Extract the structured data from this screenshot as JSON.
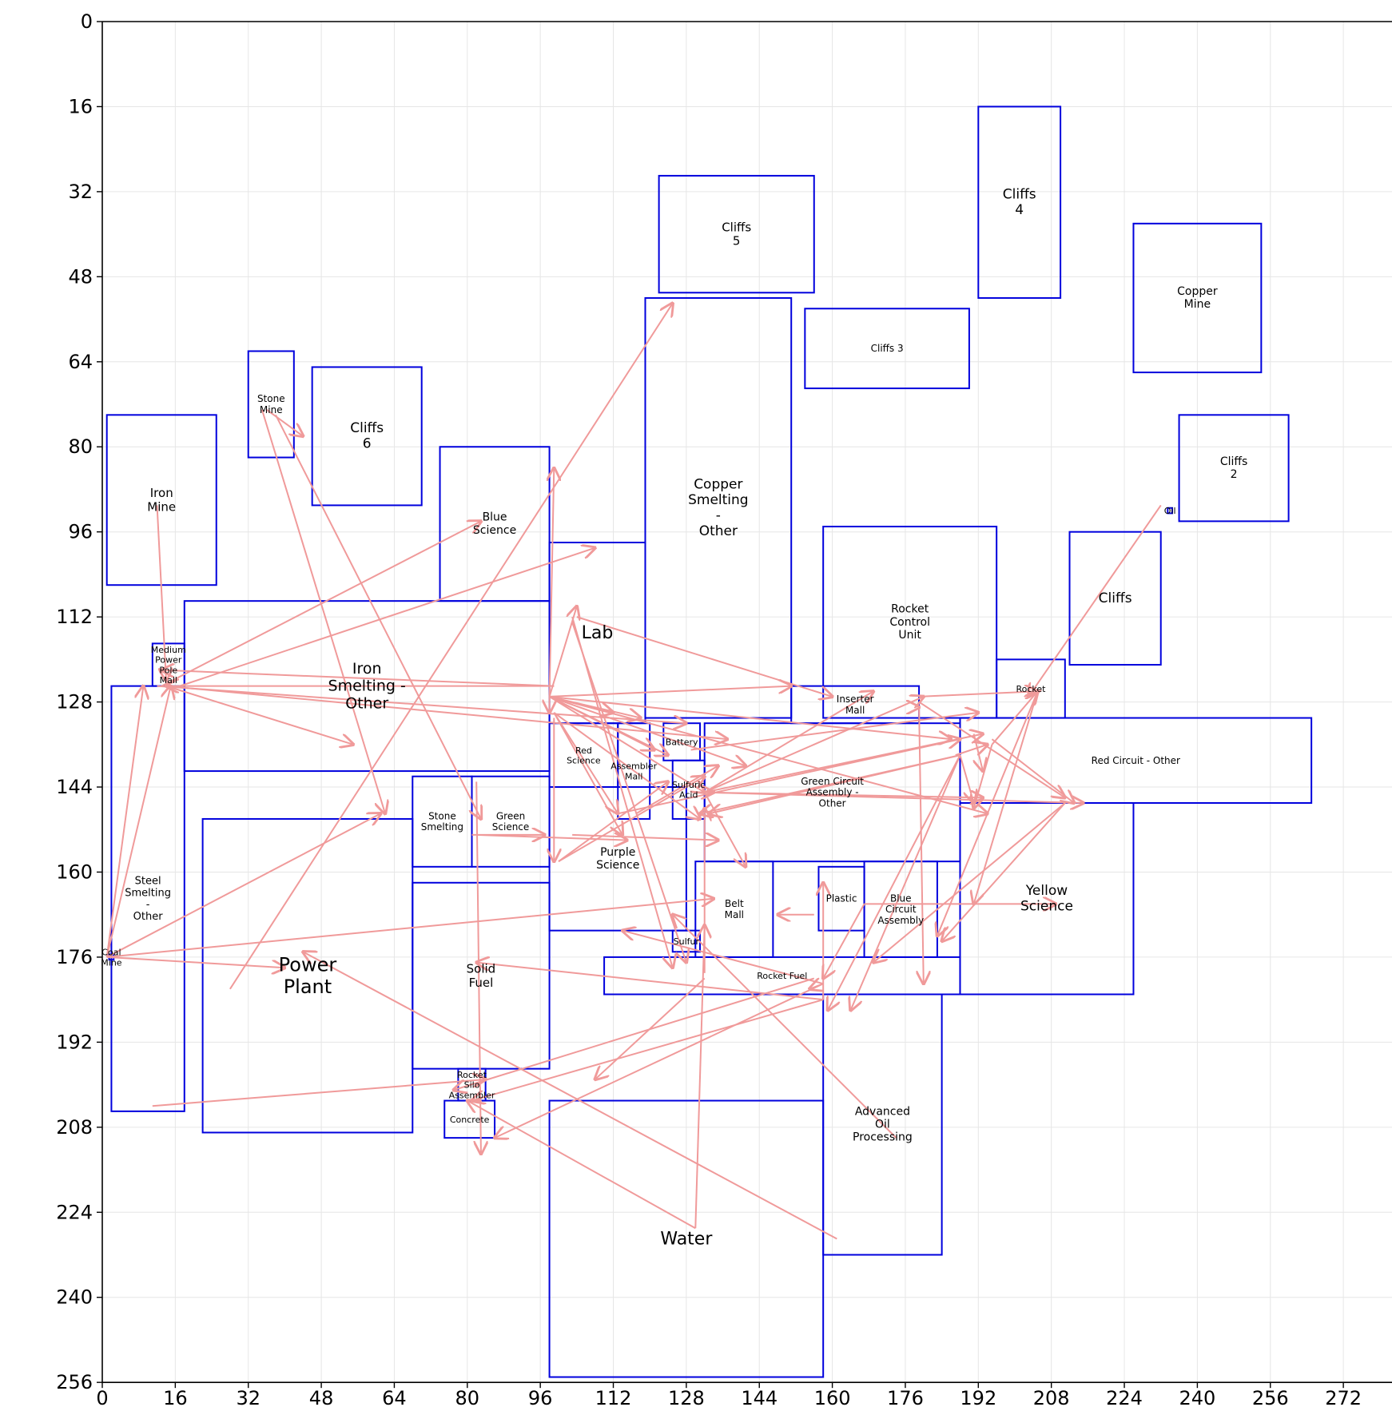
{
  "chart_data": {
    "type": "block-layout-map",
    "title": "",
    "xlabel": "",
    "ylabel": "",
    "xlim": [
      0,
      272
    ],
    "ylim": [
      256,
      0
    ],
    "x_ticks": [
      0,
      16,
      32,
      48,
      64,
      80,
      96,
      112,
      128,
      144,
      160,
      176,
      192,
      208,
      224,
      240,
      256,
      272
    ],
    "y_ticks": [
      0,
      16,
      32,
      48,
      64,
      80,
      96,
      112,
      128,
      144,
      160,
      176,
      192,
      208,
      224,
      240,
      256
    ],
    "grid": true,
    "colors": {
      "block_outline": "#0000dd",
      "arrow": "#f09a9a",
      "grid": "#e6e6e6",
      "axis": "#000000"
    },
    "blocks": [
      {
        "name": "Cliffs\n5",
        "x": 122,
        "y": 29,
        "w": 34,
        "h": 22
      },
      {
        "name": "Cliffs\n4",
        "x": 192,
        "y": 16,
        "w": 18,
        "h": 36
      },
      {
        "name": "Copper\nMine",
        "x": 226,
        "y": 38,
        "w": 28,
        "h": 28
      },
      {
        "name": "Cliffs 3",
        "x": 154,
        "y": 54,
        "w": 36,
        "h": 15
      },
      {
        "name": "Cliffs\n2",
        "x": 236,
        "y": 74,
        "w": 24,
        "h": 20
      },
      {
        "name": "Oil",
        "x": 233.5,
        "y": 91.5,
        "w": 1,
        "h": 1
      },
      {
        "name": "Cliffs",
        "x": 212,
        "y": 96,
        "w": 20,
        "h": 25
      },
      {
        "name": "Rocket\nControl\nUnit",
        "x": 158,
        "y": 95,
        "w": 38,
        "h": 36
      },
      {
        "name": "Copper\nSmelting\n-\nOther",
        "x": 119,
        "y": 52,
        "w": 32,
        "h": 79
      },
      {
        "name": "Stone\nMine",
        "x": 32,
        "y": 62,
        "w": 10,
        "h": 20
      },
      {
        "name": "Cliffs\n6",
        "x": 46,
        "y": 65,
        "w": 24,
        "h": 26
      },
      {
        "name": "Iron\nMine",
        "x": 1,
        "y": 74,
        "w": 24,
        "h": 32
      },
      {
        "name": "Blue\nScience",
        "x": 74,
        "y": 80,
        "w": 24,
        "h": 29
      },
      {
        "name": "Lab",
        "x": 98,
        "y": 98,
        "w": 21,
        "h": 34
      },
      {
        "name": "Iron\nSmelting -\nOther",
        "x": 18,
        "y": 109,
        "w": 80,
        "h": 32
      },
      {
        "name": "Medium\nPower\nPole\nMall",
        "x": 11,
        "y": 117,
        "w": 7,
        "h": 8
      },
      {
        "name": "Rocket",
        "x": 196,
        "y": 120,
        "w": 15,
        "h": 11
      },
      {
        "name": "Inserter\nMall",
        "x": 151,
        "y": 125,
        "w": 28,
        "h": 7
      },
      {
        "name": "Red Circuit - Other",
        "x": 188,
        "y": 131,
        "w": 77,
        "h": 16
      },
      {
        "name": "Red\nScience",
        "x": 98,
        "y": 132,
        "w": 15,
        "h": 12
      },
      {
        "name": "Assembler\nMall",
        "x": 113,
        "y": 132,
        "w": 7,
        "h": 18
      },
      {
        "name": "Battery",
        "x": 123,
        "y": 132,
        "w": 8,
        "h": 7
      },
      {
        "name": "Green Circuit\nAssembly -\nOther",
        "x": 132,
        "y": 132,
        "w": 56,
        "h": 26
      },
      {
        "name": "Sulfuric\nAcid",
        "x": 125,
        "y": 139,
        "w": 7,
        "h": 11
      },
      {
        "name": "Stone\nSmelting",
        "x": 68,
        "y": 142,
        "w": 13,
        "h": 17
      },
      {
        "name": "Green\nScience",
        "x": 81,
        "y": 142,
        "w": 17,
        "h": 17
      },
      {
        "name": "Steel\nSmelting\n-\nOther",
        "x": 2,
        "y": 125,
        "w": 16,
        "h": 80
      },
      {
        "name": "Power\nPlant",
        "x": 22,
        "y": 150,
        "w": 46,
        "h": 59
      },
      {
        "name": "Purple\nScience",
        "x": 98,
        "y": 144,
        "w": 30,
        "h": 27
      },
      {
        "name": "Solid\nFuel",
        "x": 68,
        "y": 162,
        "w": 30,
        "h": 35
      },
      {
        "name": "Belt\nMall",
        "x": 130,
        "y": 158,
        "w": 17,
        "h": 18
      },
      {
        "name": "Plastic",
        "x": 157,
        "y": 159,
        "w": 10,
        "h": 12
      },
      {
        "name": "Blue\nCircuit\nAssembly",
        "x": 167,
        "y": 158,
        "w": 16,
        "h": 18
      },
      {
        "name": "Yellow\nScience",
        "x": 188,
        "y": 147,
        "w": 38,
        "h": 36
      },
      {
        "name": "Sulfur",
        "x": 125,
        "y": 171,
        "w": 6,
        "h": 4
      },
      {
        "name": "Rocket Fuel",
        "x": 110,
        "y": 176,
        "w": 78,
        "h": 7
      },
      {
        "name": "Coal\nMine",
        "x": 1.5,
        "y": 175.5,
        "w": 1,
        "h": 1
      },
      {
        "name": "Rocket\nSilo\nAssembler",
        "x": 78,
        "y": 197,
        "w": 6,
        "h": 6
      },
      {
        "name": "Concrete",
        "x": 75,
        "y": 203,
        "w": 11,
        "h": 7
      },
      {
        "name": "Advanced\nOil\nProcessing",
        "x": 158,
        "y": 183,
        "w": 26,
        "h": 49
      },
      {
        "name": "Water",
        "x": 98,
        "y": 203,
        "w": 60,
        "h": 52
      }
    ],
    "label_sizes": {
      "Cliffs\n5": 15,
      "Cliffs\n4": 17,
      "Copper\nMine": 14,
      "Cliffs 3": 12,
      "Cliffs\n2": 14,
      "Oil": 11,
      "Cliffs": 17,
      "Rocket\nControl\nUnit": 14,
      "Copper\nSmelting\n-\nOther": 17,
      "Stone\nMine": 12,
      "Cliffs\n6": 17,
      "Iron\nMine": 15,
      "Blue\nScience": 14,
      "Lab": 22,
      "Iron\nSmelting -\nOther": 19,
      "Medium\nPower\nPole\nMall": 11,
      "Rocket": 11,
      "Inserter\nMall": 12,
      "Red Circuit - Other": 12,
      "Red\nScience": 11,
      "Assembler\nMall": 11,
      "Battery": 11,
      "Green Circuit\nAssembly -\nOther": 12,
      "Sulfuric\nAcid": 11,
      "Stone\nSmelting": 12,
      "Green\nScience": 12,
      "Steel\nSmelting\n-\nOther": 13,
      "Power\nPlant": 24,
      "Purple\nScience": 14,
      "Solid\nFuel": 15,
      "Belt\nMall": 12,
      "Plastic": 12,
      "Blue\nCircuit\nAssembly": 12,
      "Yellow\nScience": 17,
      "Sulfur": 11,
      "Rocket Fuel": 11,
      "Coal\nMine": 11,
      "Rocket\nSilo\nAssembler": 11,
      "Concrete": 11,
      "Advanced\nOil\nProcessing": 14,
      "Water": 22
    },
    "arrows": [
      [
        12,
        91,
        14,
        124
      ],
      [
        36,
        73,
        44,
        78
      ],
      [
        35,
        73,
        62,
        149
      ],
      [
        38,
        74,
        83,
        150
      ],
      [
        1,
        176,
        9,
        125
      ],
      [
        1,
        176,
        15,
        125
      ],
      [
        1,
        176,
        61,
        149
      ],
      [
        1,
        176,
        134,
        165
      ],
      [
        1,
        176,
        40,
        178
      ],
      [
        13,
        125,
        83,
        94
      ],
      [
        17,
        125,
        108,
        99
      ],
      [
        12,
        125,
        128,
        132
      ],
      [
        14,
        125,
        137,
        135
      ],
      [
        14,
        125,
        55,
        136
      ],
      [
        99,
        125,
        13,
        122
      ],
      [
        99,
        125,
        14,
        125
      ],
      [
        98,
        127,
        141,
        140
      ],
      [
        98,
        127,
        132,
        145
      ],
      [
        98,
        127,
        124,
        138
      ],
      [
        98,
        127,
        186,
        135
      ],
      [
        98,
        127,
        194,
        149
      ],
      [
        98,
        127,
        151,
        125
      ],
      [
        98,
        127,
        99,
        84
      ],
      [
        98,
        127,
        98,
        130
      ],
      [
        98,
        127,
        104,
        110
      ],
      [
        98,
        127,
        112,
        130
      ],
      [
        98,
        127,
        118,
        131
      ],
      [
        98,
        127,
        121,
        137
      ],
      [
        28,
        182,
        125,
        53
      ],
      [
        99,
        130,
        131,
        150
      ],
      [
        99,
        131,
        99,
        158
      ],
      [
        99,
        130,
        114,
        153
      ],
      [
        99,
        130,
        113,
        149
      ],
      [
        103,
        113,
        128,
        177
      ],
      [
        104,
        112,
        160,
        127
      ],
      [
        103,
        112,
        125,
        178
      ],
      [
        100,
        158,
        124,
        143
      ],
      [
        100,
        158,
        132,
        142
      ],
      [
        129,
        137,
        192,
        130
      ],
      [
        113,
        149,
        188,
        135
      ],
      [
        117,
        149,
        135,
        140
      ],
      [
        132,
        145,
        169,
        126
      ],
      [
        132,
        145,
        141,
        159
      ],
      [
        132,
        145,
        193,
        134
      ],
      [
        132,
        145,
        215,
        147
      ],
      [
        132,
        145,
        193,
        146
      ],
      [
        132,
        145,
        180,
        127
      ],
      [
        131,
        145,
        134,
        145
      ],
      [
        179,
        129,
        180,
        181
      ],
      [
        179,
        129,
        179,
        129
      ],
      [
        179,
        127,
        205,
        126
      ],
      [
        179,
        128,
        211,
        146
      ],
      [
        188,
        138,
        159,
        186
      ],
      [
        188,
        138,
        164,
        186
      ],
      [
        188,
        138,
        191,
        147
      ],
      [
        187,
        138,
        194,
        136
      ],
      [
        191,
        134,
        193,
        141
      ],
      [
        188,
        138,
        131,
        149
      ],
      [
        188,
        138,
        133,
        149
      ],
      [
        205,
        126,
        183,
        172
      ],
      [
        205,
        126,
        191,
        166
      ],
      [
        195,
        135,
        213,
        147
      ],
      [
        195,
        136,
        191,
        148
      ],
      [
        195,
        136,
        205,
        126
      ],
      [
        211,
        147,
        184,
        173
      ],
      [
        211,
        147,
        169,
        177
      ],
      [
        167,
        166,
        209,
        166
      ],
      [
        167,
        166,
        158,
        180
      ],
      [
        156,
        168,
        148,
        168
      ],
      [
        158,
        184,
        158,
        162
      ],
      [
        158,
        184,
        82,
        177
      ],
      [
        158,
        184,
        81,
        203
      ],
      [
        158,
        181,
        114,
        171
      ],
      [
        158,
        181,
        155,
        182
      ],
      [
        156,
        180,
        77,
        201
      ],
      [
        158,
        181,
        86,
        210
      ],
      [
        132,
        179,
        132,
        148
      ],
      [
        130,
        227,
        132,
        170
      ],
      [
        132,
        180,
        108,
        199
      ],
      [
        130,
        227,
        80,
        203
      ],
      [
        161,
        229,
        44,
        175
      ],
      [
        174,
        210,
        125,
        168
      ],
      [
        82,
        143,
        83,
        213
      ],
      [
        81,
        153,
        97,
        153
      ],
      [
        82,
        153,
        115,
        154
      ],
      [
        103,
        153,
        135,
        154
      ],
      [
        11,
        204,
        84,
        199
      ],
      [
        232,
        91,
        203,
        127
      ]
    ]
  }
}
